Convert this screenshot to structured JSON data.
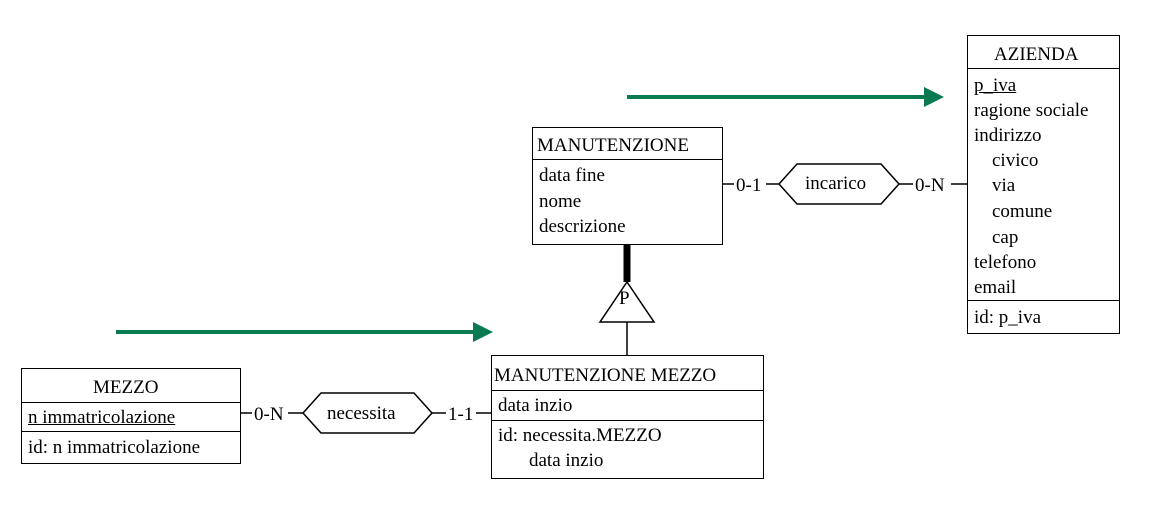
{
  "arrow_color": "#0a7a50",
  "entities": {
    "azienda": {
      "title": "AZIENDA",
      "attr_key": "p_iva",
      "attrs": [
        "ragione sociale",
        "indirizzo"
      ],
      "subattrs": [
        "civico",
        "via",
        "comune",
        "cap"
      ],
      "attrs2": [
        "telefono",
        "email"
      ],
      "identifier": "id: p_iva"
    },
    "manutenzione": {
      "title": "MANUTENZIONE",
      "attrs": [
        "data fine",
        "nome",
        "descrizione"
      ]
    },
    "manutenzione_mezzo": {
      "title": "MANUTENZIONE MEZZO",
      "attrs": [
        "data inzio"
      ],
      "identifier_line1": "id: necessita.MEZZO",
      "identifier_line2": "data inzio"
    },
    "mezzo": {
      "title": "MEZZO",
      "attr_key": "n immatricolazione",
      "identifier": "id: n immatricolazione"
    }
  },
  "relationships": {
    "incarico": {
      "label": "incarico",
      "card_left": "0-1",
      "card_right": "0-N"
    },
    "necessita": {
      "label": "necessita",
      "card_left": "0-N",
      "card_right": "1-1"
    }
  },
  "generalization": {
    "label": "P"
  }
}
